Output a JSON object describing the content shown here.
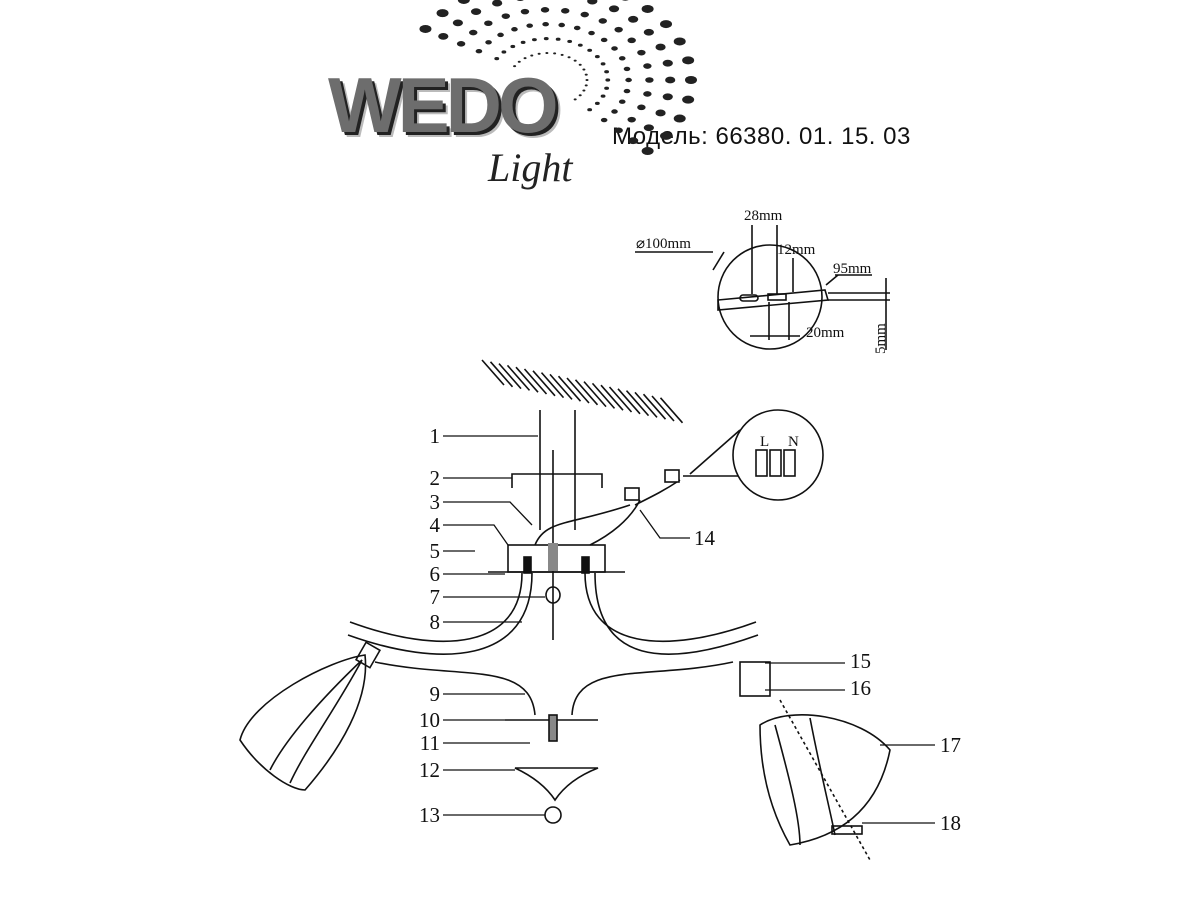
{
  "logo": {
    "brand": "WEDO",
    "sub": "Light"
  },
  "model": {
    "label": "Модель:",
    "number": "66380. 01. 15. 03"
  },
  "bracket_dimensions": [
    "⌀100mm",
    "28mm",
    "12mm",
    "95mm",
    "20mm",
    "5mm"
  ],
  "terminal_labels": {
    "live": "L",
    "neutral": "N"
  },
  "callouts_left": [
    "1",
    "2",
    "3",
    "4",
    "5",
    "6",
    "7",
    "8",
    "9",
    "10",
    "11",
    "12",
    "13"
  ],
  "callouts_right": [
    "14",
    "15",
    "16",
    "17",
    "18"
  ],
  "colors": {
    "line": "#111111",
    "logo_gray": "#6d6d6d"
  }
}
